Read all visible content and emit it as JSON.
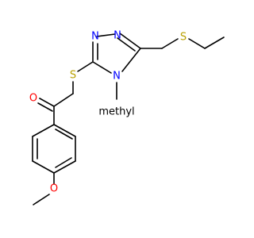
{
  "molecule": {
    "atoms": [
      {
        "id": "n1",
        "symbol": "N",
        "color": "#0000ff"
      },
      {
        "id": "n2",
        "symbol": "N",
        "color": "#0000ff"
      },
      {
        "id": "n4",
        "symbol": "N",
        "color": "#0000ff"
      },
      {
        "id": "s_link",
        "symbol": "S",
        "color": "#b8a000"
      },
      {
        "id": "s_ethyl",
        "symbol": "S",
        "color": "#b8a000"
      },
      {
        "id": "o_keto",
        "symbol": "O",
        "color": "#ff0000"
      },
      {
        "id": "o_methoxy",
        "symbol": "O",
        "color": "#ff0000"
      }
    ],
    "substituent_label": "methyl"
  }
}
